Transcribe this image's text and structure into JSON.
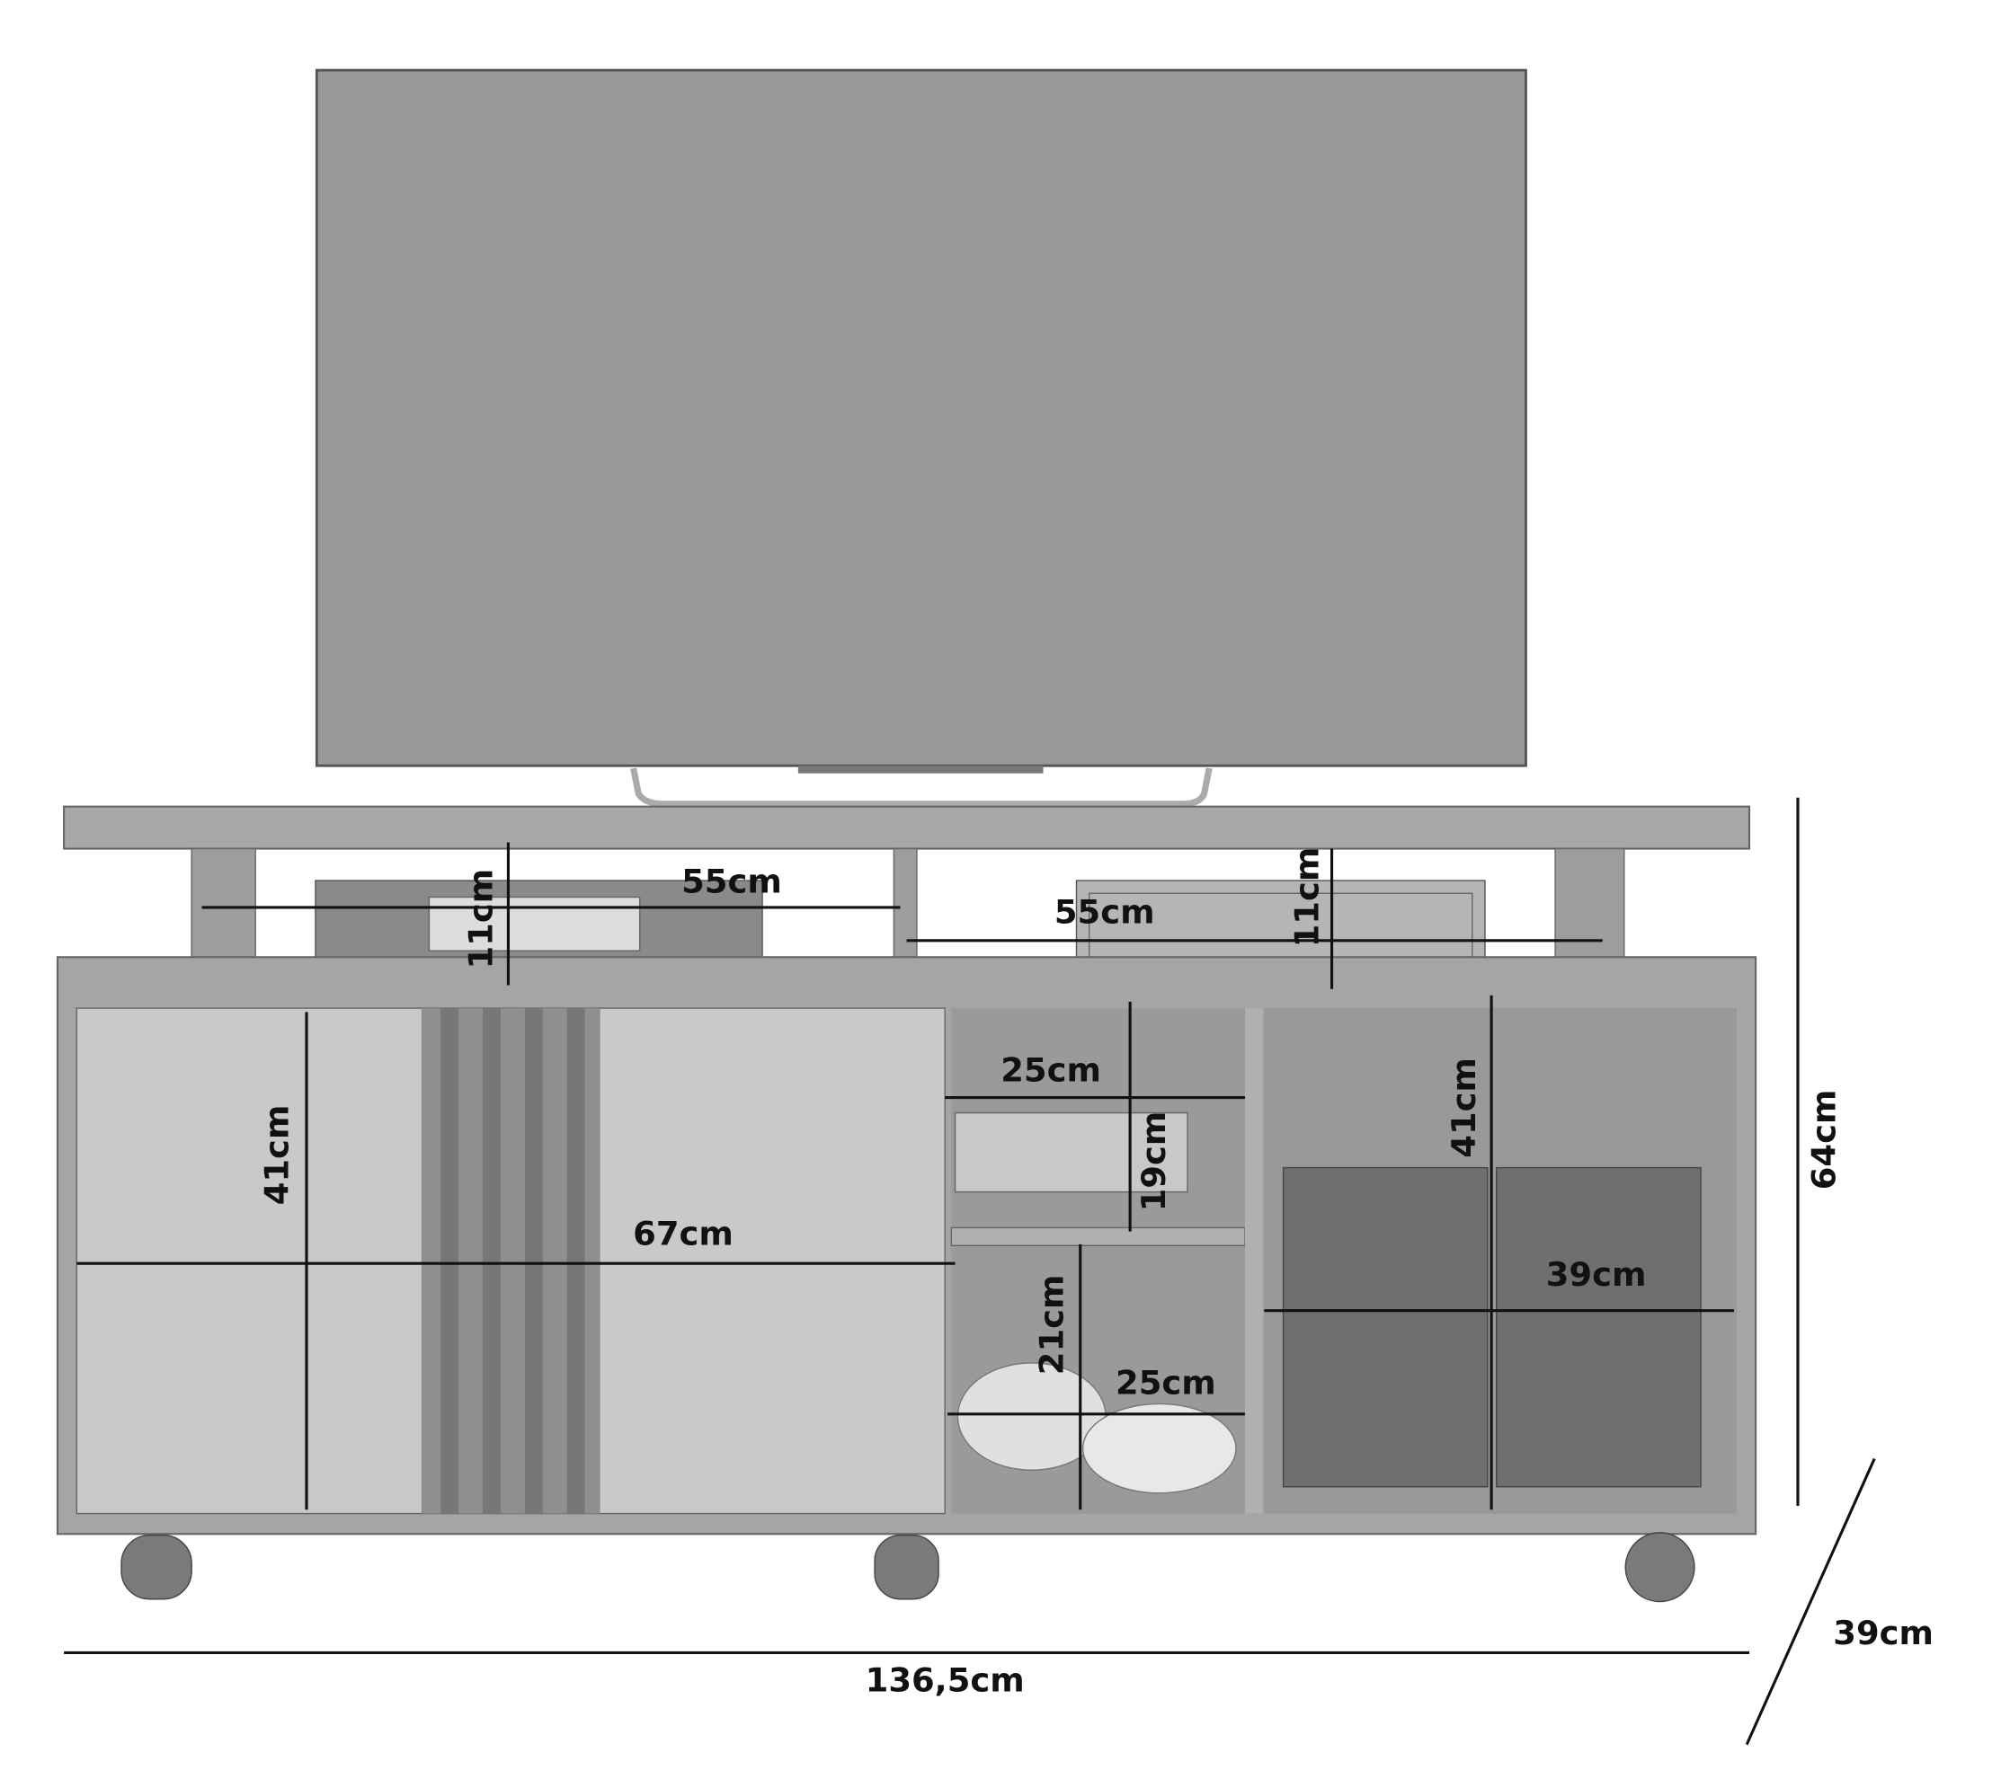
{
  "title": "TV stand dimensions",
  "overall": {
    "width": "136,5cm",
    "height": "64cm",
    "depth": "39cm"
  },
  "upper_shelf": {
    "left_width": "55cm",
    "left_height": "11cm",
    "right_width": "55cm",
    "right_height": "11cm"
  },
  "door_section": {
    "width": "67cm",
    "height": "41cm"
  },
  "middle_niche_top": {
    "width": "25cm",
    "height": "19cm"
  },
  "middle_niche_bottom": {
    "width": "25cm",
    "height": "21cm"
  },
  "right_niche": {
    "width": "39cm",
    "height": "41cm"
  },
  "colors": {
    "tv": "#9a9a9a",
    "wood": "#a9a9a9",
    "door": "#c8c8c8",
    "line": "#111111"
  }
}
